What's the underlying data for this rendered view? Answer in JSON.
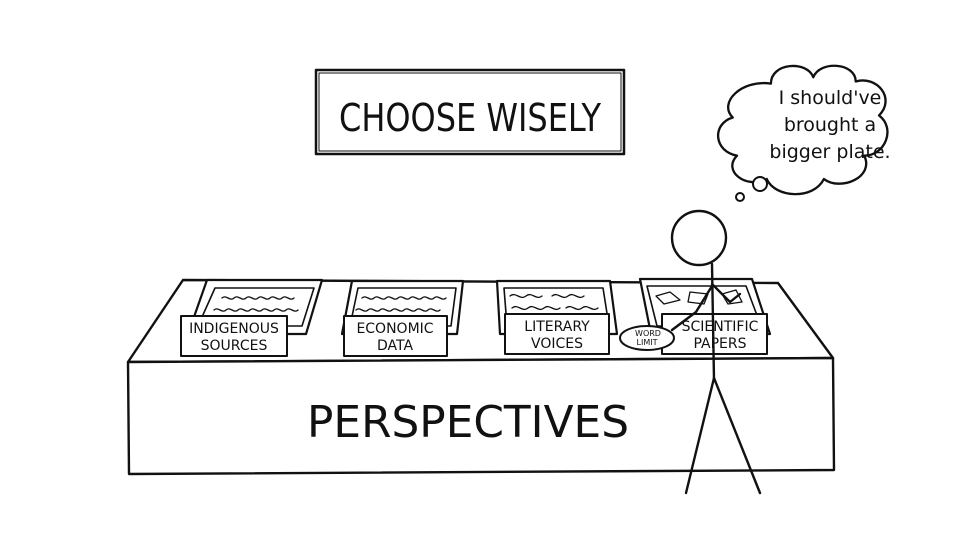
{
  "sign": {
    "text": "CHOOSE WISELY"
  },
  "table": {
    "label": "PERSPECTIVES"
  },
  "trays": [
    {
      "line1": "INDIGENOUS",
      "line2": "SOURCES"
    },
    {
      "line1": "ECONOMIC",
      "line2": "DATA"
    },
    {
      "line1": "LITERARY",
      "line2": "VOICES"
    },
    {
      "line1": "SCIENTIFIC",
      "line2": "PAPERS"
    }
  ],
  "plate": {
    "line1": "WORD",
    "line2": "LIMIT"
  },
  "thought": {
    "line1": "I should've",
    "line2": "brought a",
    "line3": "bigger plate."
  }
}
